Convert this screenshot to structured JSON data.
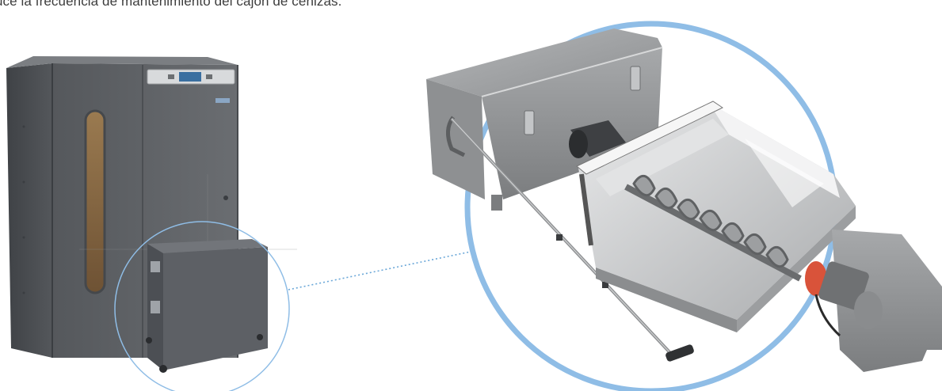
{
  "caption": "uce la frecuencia de mantenimiento del cajón de cenizas.",
  "colors": {
    "boiler_body": "#5f6266",
    "boiler_dark": "#4a4d51",
    "pellet_window": "#8a6a44",
    "highlight_circle": "#8fbde6",
    "callout_line": "#6aa7d8",
    "steel_light": "#c9cacb",
    "steel_mid": "#9b9d9f",
    "steel_dark": "#6c6e70",
    "motor_ring": "#d9533a"
  },
  "illustration": {
    "boiler": "pellet-boiler",
    "ash_box_small": "ash-box-closed",
    "ash_box_exploded": "ash-extraction-unit-exploded",
    "auger": "auger-screw",
    "motor": "gear-motor",
    "handle": "crank-handle"
  }
}
